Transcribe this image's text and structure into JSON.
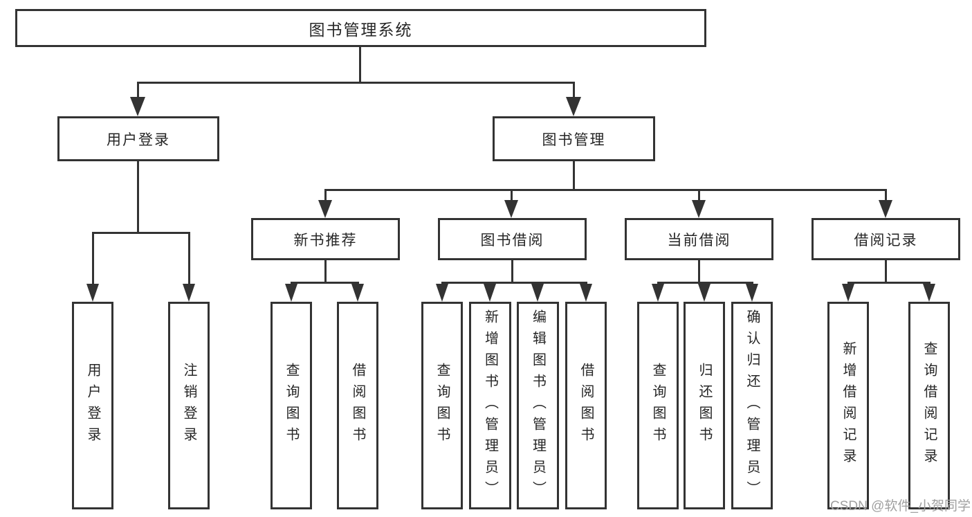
{
  "diagram": {
    "root": {
      "label": "图书管理系统",
      "children": [
        {
          "label": "用户登录",
          "children": [
            {
              "label": "用户登录"
            },
            {
              "label": "注销登录"
            }
          ]
        },
        {
          "label": "图书管理",
          "children": [
            {
              "label": "新书推荐",
              "children": [
                {
                  "label": "查询图书"
                },
                {
                  "label": "借阅图书"
                }
              ]
            },
            {
              "label": "图书借阅",
              "children": [
                {
                  "label": "查询图书"
                },
                {
                  "label": "新增图书（管理员）"
                },
                {
                  "label": "编辑图书（管理员）"
                },
                {
                  "label": "借阅图书"
                }
              ]
            },
            {
              "label": "当前借阅",
              "children": [
                {
                  "label": "查询图书"
                },
                {
                  "label": "归还图书"
                },
                {
                  "label": "确认归还（管理员）"
                }
              ]
            },
            {
              "label": "借阅记录",
              "children": [
                {
                  "label": "新增借阅记录"
                },
                {
                  "label": "查询借阅记录"
                }
              ]
            }
          ]
        }
      ]
    }
  },
  "watermark": {
    "text": "CSDN @软件_小贺同学"
  },
  "colors": {
    "line": "#333333",
    "text": "#262626",
    "watermark": "#a0a0a0",
    "background": "#ffffff"
  }
}
